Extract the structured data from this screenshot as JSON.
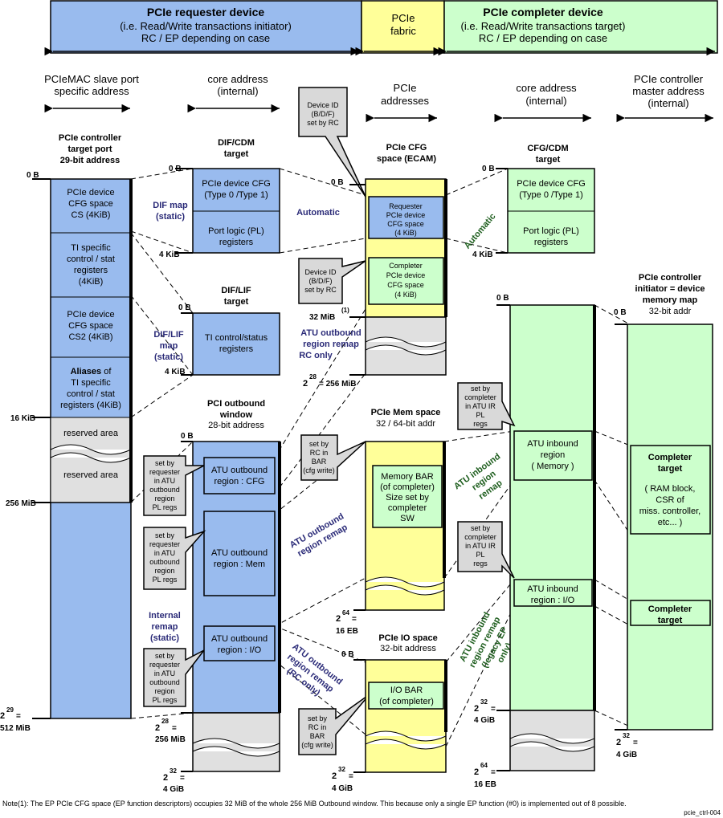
{
  "header": {
    "requester_title": "PCIe requester device",
    "requester_sub1": "(i.e. Read/Write transactions initiator)",
    "requester_sub2": "RC / EP depending on case",
    "fabric_line1": "PCIe",
    "fabric_line2": "fabric",
    "completer_title": "PCIe completer device",
    "completer_sub1": "(i.e. Read/Write transactions target)",
    "completer_sub2": "RC / EP depending on case"
  },
  "address_domains": {
    "slave_port": [
      "PCIeMAC slave port",
      "specific address"
    ],
    "core_internal_left": [
      "core address",
      "(internal)"
    ],
    "pcie_addresses": [
      "PCIe",
      "addresses"
    ],
    "core_internal_right": [
      "core  address",
      "(internal)"
    ],
    "master_address": [
      "PCIe controller",
      "master address",
      "(internal)"
    ]
  },
  "target_port": {
    "title": [
      "PCIe controller",
      "target port",
      "29-bit address"
    ],
    "labels": {
      "top": "0 B",
      "kib16": "16 KiB",
      "mib256": "256 MiB",
      "end_pow": "2",
      "end_exp": "29",
      "end_eq": "=",
      "end_val": "512 MiB"
    },
    "regions": {
      "cfg_cs": [
        "PCIe device",
        "CFG space",
        "CS (4KiB)"
      ],
      "ti_specific": [
        "TI specific",
        "control / stat",
        "registers",
        "(4KiB)"
      ],
      "cfg_cs2": [
        "PCIe device",
        "CFG space",
        "CS2 (4KiB)"
      ],
      "aliases_bold": "Aliases",
      "aliases_rest": " of",
      "aliases_lines": [
        "TI specific",
        "control / stat",
        "registers (4KiB)"
      ],
      "reserved1": "reserved  area",
      "reserved2": "reserved  area"
    }
  },
  "dif_cdm": {
    "title": [
      "DIF/CDM",
      "target"
    ],
    "top": "0 B",
    "bottom": "4 KiB",
    "cfg": [
      "PCIe device CFG",
      "(Type 0 /Type 1)"
    ],
    "pl": [
      "Port logic  (PL)",
      "registers"
    ]
  },
  "dif_lif": {
    "title": [
      "DIF/LIF",
      "target"
    ],
    "top": "0 B",
    "bottom": "4 KiB",
    "regs": [
      "TI control/status",
      "registers"
    ]
  },
  "maps": {
    "dif_map": [
      "DIF map",
      "(static)"
    ],
    "dif_lif_map": [
      "DIF/LIF",
      "map",
      "(static)"
    ],
    "internal_remap": [
      "Internal",
      "remap",
      "(static)"
    ],
    "automatic_left": "Automatic",
    "automatic_right": "Automatic",
    "atu_outbound_rc": [
      "ATU outbound",
      "region remap",
      "RC only"
    ],
    "atu_outbound_mem": [
      "ATU outbound",
      "region remap"
    ],
    "atu_outbound_io": [
      "ATU outbound",
      "region remap",
      "(RC only)"
    ],
    "atu_inbound_mem": [
      "ATU inbound",
      "region",
      "remap"
    ],
    "atu_inbound_io": [
      "ATU inbound",
      "region remap",
      "(legacy EP",
      "only)"
    ]
  },
  "pci_outbound": {
    "title": [
      "PCI  outbound",
      "window"
    ],
    "sub": "28-bit address",
    "top": "0 B",
    "end_pow": "2",
    "end_exp": "28",
    "end_eq": "=",
    "end_val": "256 MiB",
    "end2_pow": "2",
    "end2_exp": "32",
    "end2_eq": "=",
    "end2_val": "4 GiB",
    "cfg_region": [
      "ATU outbound",
      "region : CFG"
    ],
    "mem_region": [
      "ATU outbound",
      "region : Mem"
    ],
    "io_region": [
      "ATU outbound",
      "region : I/O"
    ]
  },
  "notes": {
    "requester_atu": [
      "set by",
      "requester",
      "in ATU",
      "outbound",
      "region",
      "PL regs"
    ],
    "rc_bar": [
      "set by",
      "RC in",
      "BAR",
      "(cfg write)"
    ],
    "device_id": [
      "Device ID",
      "(B/D/F)",
      "set by RC"
    ],
    "completer_atu": [
      "set by",
      "completer",
      "in ATU IR",
      "PL",
      "regs"
    ]
  },
  "ecam": {
    "title": [
      "PCIe CFG",
      "space (ECAM)"
    ],
    "top": "0 B",
    "req_cfg": [
      "Requester",
      "PCIe device",
      "CFG space",
      "(4 KiB)"
    ],
    "cmp_cfg": [
      "Completer",
      "PCIe device",
      "CFG space",
      "(4 KiB)"
    ],
    "mib32": "32 MiB",
    "note_ref": "(1)",
    "end_pow": "2",
    "end_exp": "28",
    "end_val": "= 256 MiB"
  },
  "mem_space": {
    "title": "PCIe  Mem space",
    "sub": "32 / 64-bit addr",
    "bar": [
      "Memory  BAR",
      "(of completer)",
      "Size set by",
      "completer",
      "SW"
    ],
    "end_pow": "2",
    "end_exp": "64",
    "end_eq": "=",
    "end_val": "16 EB"
  },
  "io_space": {
    "title": "PCIe  IO space",
    "sub": "32-bit address",
    "top": "0 B",
    "bar": [
      "I/O BAR",
      "(of completer)"
    ],
    "end_pow": "2",
    "end_exp": "32",
    "end_eq": "=",
    "end_val": "4 GiB"
  },
  "cfg_cdm": {
    "title": [
      "CFG/CDM",
      "target"
    ],
    "top": "0 B",
    "bottom": "4 KiB",
    "cfg": [
      "PCIe device CFG",
      "(Type 0 /Type 1)"
    ],
    "pl": [
      "Port logic  (PL)",
      "registers"
    ]
  },
  "inbound_window": {
    "top": "0 B",
    "mem_region": [
      "ATU inbound",
      "region",
      "( Memory )"
    ],
    "io_region": [
      "ATU inbound",
      "region : I/O"
    ],
    "end_pow": "2",
    "end_exp": "32",
    "end_eq": "=",
    "end_val": "4 GiB",
    "end2_pow": "2",
    "end2_exp": "64",
    "end2_eq": "=",
    "end2_val": "16 EB"
  },
  "initiator": {
    "title": [
      "PCIe controller",
      "initiator = device",
      "memory map"
    ],
    "sub": "32-bit addr",
    "top": "0 B",
    "completer_target_bold": [
      "Completer",
      "target"
    ],
    "completer_target_desc": [
      "( RAM block,",
      "CSR of",
      "miss. controller,",
      "etc... )"
    ],
    "completer_target2": [
      "Completer",
      "target"
    ],
    "end_pow": "2",
    "end_exp": "32",
    "end_eq": "=",
    "end_val": "4 GiB"
  },
  "footnote": "Note(1): The EP PCIe CFG space (EP function descriptors)  occupies 32 MiB of the whole 256 MiB Outbound window. This because only a single EP function (#0) is implemented out of 8 possible.",
  "figure_id": "pcie_ctrl-004",
  "colors": {
    "blue": "#99bbee",
    "yellow": "#ffff99",
    "green": "#ccffcc",
    "gray": "#e0e0e0",
    "note_gray": "#d9d9d9"
  }
}
